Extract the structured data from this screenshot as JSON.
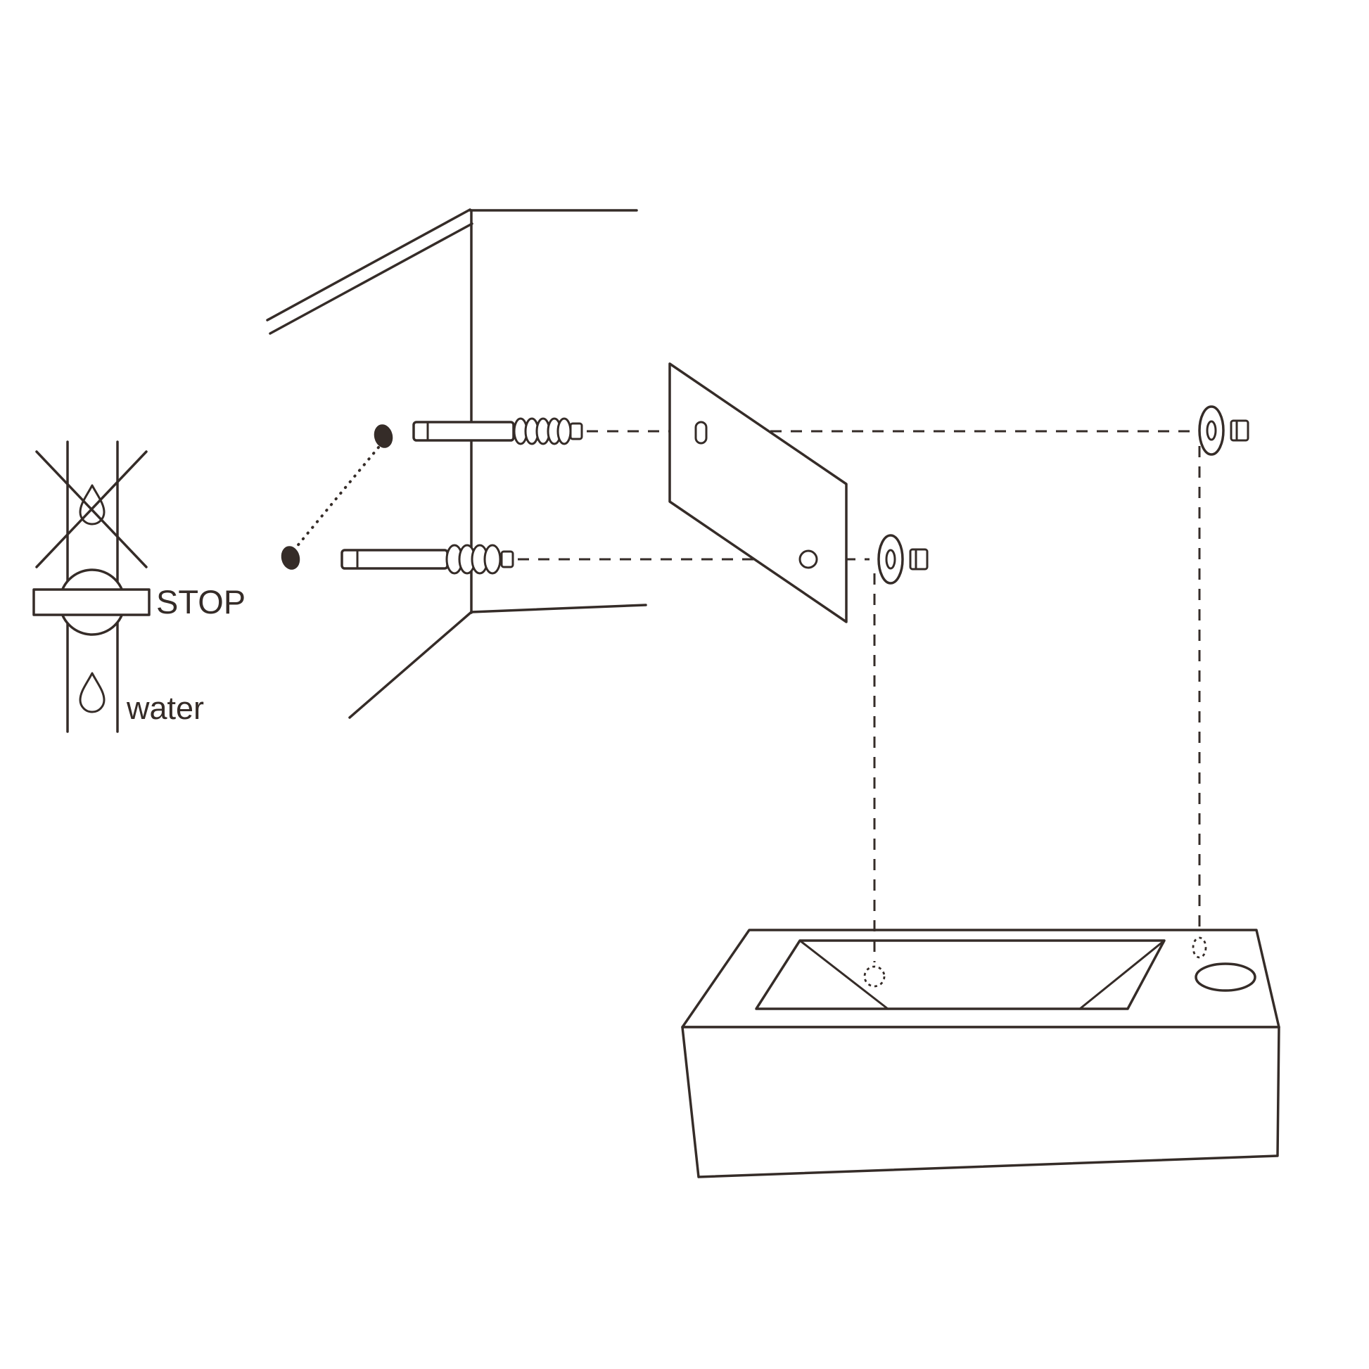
{
  "diagram": {
    "labels": {
      "stop": "STOP",
      "water": "water"
    },
    "colors": {
      "line": "#352c28",
      "background": "#ffffff"
    },
    "icons": [
      "water-drop-icon",
      "cross-out-icon",
      "stop-valve-icon",
      "wall-anchor-icon",
      "screw-thread-icon",
      "drill-hole-dot-icon",
      "washer-icon",
      "bolt-icon",
      "mounting-plate",
      "wash-basin"
    ]
  }
}
